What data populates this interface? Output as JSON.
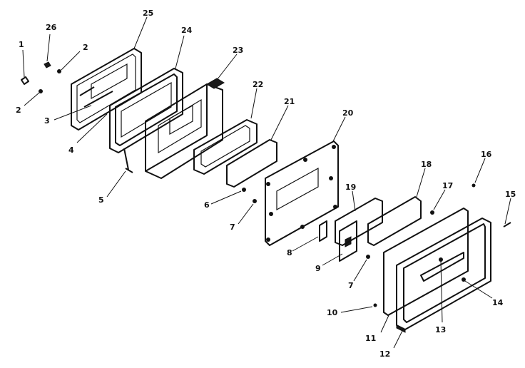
{
  "diagram": {
    "callouts": [
      "1",
      "2",
      "2",
      "3",
      "4",
      "5",
      "6",
      "7",
      "7",
      "8",
      "9",
      "10",
      "11",
      "12",
      "13",
      "14",
      "15",
      "16",
      "17",
      "18",
      "19",
      "20",
      "21",
      "22",
      "23",
      "24",
      "25",
      "26"
    ],
    "colors": {
      "ink": "#111111",
      "background": "#ffffff"
    }
  }
}
